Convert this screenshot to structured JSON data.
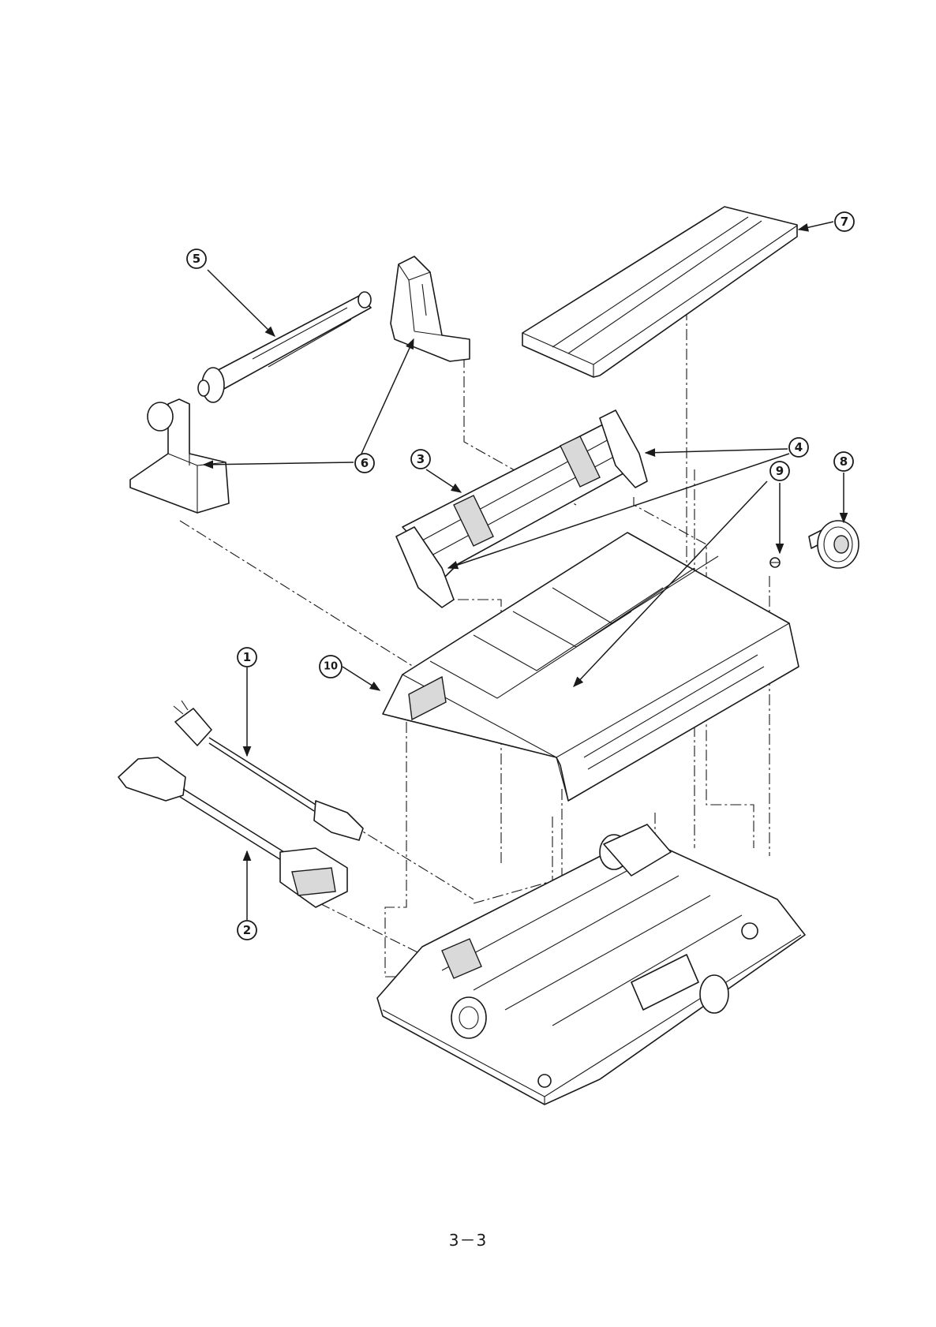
{
  "callouts": [
    {
      "id": "1",
      "label": "①"
    },
    {
      "id": "2",
      "label": "②"
    },
    {
      "id": "3",
      "label": "③"
    },
    {
      "id": "4",
      "label": "④"
    },
    {
      "id": "5",
      "label": "⑤"
    },
    {
      "id": "6",
      "label": "⑥"
    },
    {
      "id": "7",
      "label": "⑦"
    },
    {
      "id": "8",
      "label": "⑧"
    },
    {
      "id": "9",
      "label": "⑨"
    },
    {
      "id": "10",
      "label": "⑩"
    }
  ],
  "page_number": "3－3"
}
